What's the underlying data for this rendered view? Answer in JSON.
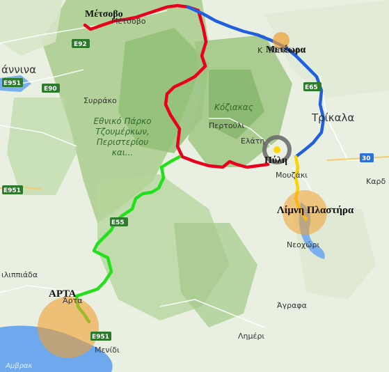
{
  "places": {
    "metsovo_pin": "Μέτσοβο",
    "metsovo_map": "Μέτσοβο",
    "ioannina": "άννινα",
    "syrrako": "Συρράκο",
    "park_line1": "Εθνικό Πάρκο",
    "park_line2": "Τζουμέρκων,",
    "park_line3": "Περιστερίου",
    "park_line4": "και...",
    "koziakas": "Κόζιακας",
    "pertouli": "Περτούλι",
    "elati": "Ελάτη",
    "kalabaka": "Κ",
    "meteora_1": "Μετέωρα",
    "meteora_2": "Μετέωρα",
    "trikala": "Τρίκαλα",
    "pyli": "Πύλη",
    "mouzaki": "Μουζάκι",
    "karditsa": "Καρδ",
    "plastira": "Λίμνη Πλαστήρα",
    "neochori": "Νεοχώρι",
    "filippiada": "ιλιππιάδα",
    "arta_pin": "ΑΡΤΑ",
    "arta_map": "Άρτα",
    "agrafa": "Άγραφα",
    "limeri": "Λημέρι",
    "menidi": "Μενίδι",
    "amvrakikos": "Αμβρακ"
  },
  "shields": {
    "e92": "E92",
    "e951_top": "E951",
    "e90": "E90",
    "e65": "E65",
    "r30_a": "30",
    "r30_b": "30",
    "e951_left": "E951",
    "e951_bottom": "E951",
    "e55": "E55"
  },
  "colors": {
    "route_red": "#e8001c",
    "route_blue": "#1f5fe0",
    "route_green": "#22e01b",
    "route_yellow": "#ffd400",
    "marker_orange": "#f0a030",
    "terrain_green": "#a8cc8a",
    "terrain_light": "#e9efe0",
    "water": "#6fa8ec",
    "shield_green": "#2d7a2d"
  }
}
